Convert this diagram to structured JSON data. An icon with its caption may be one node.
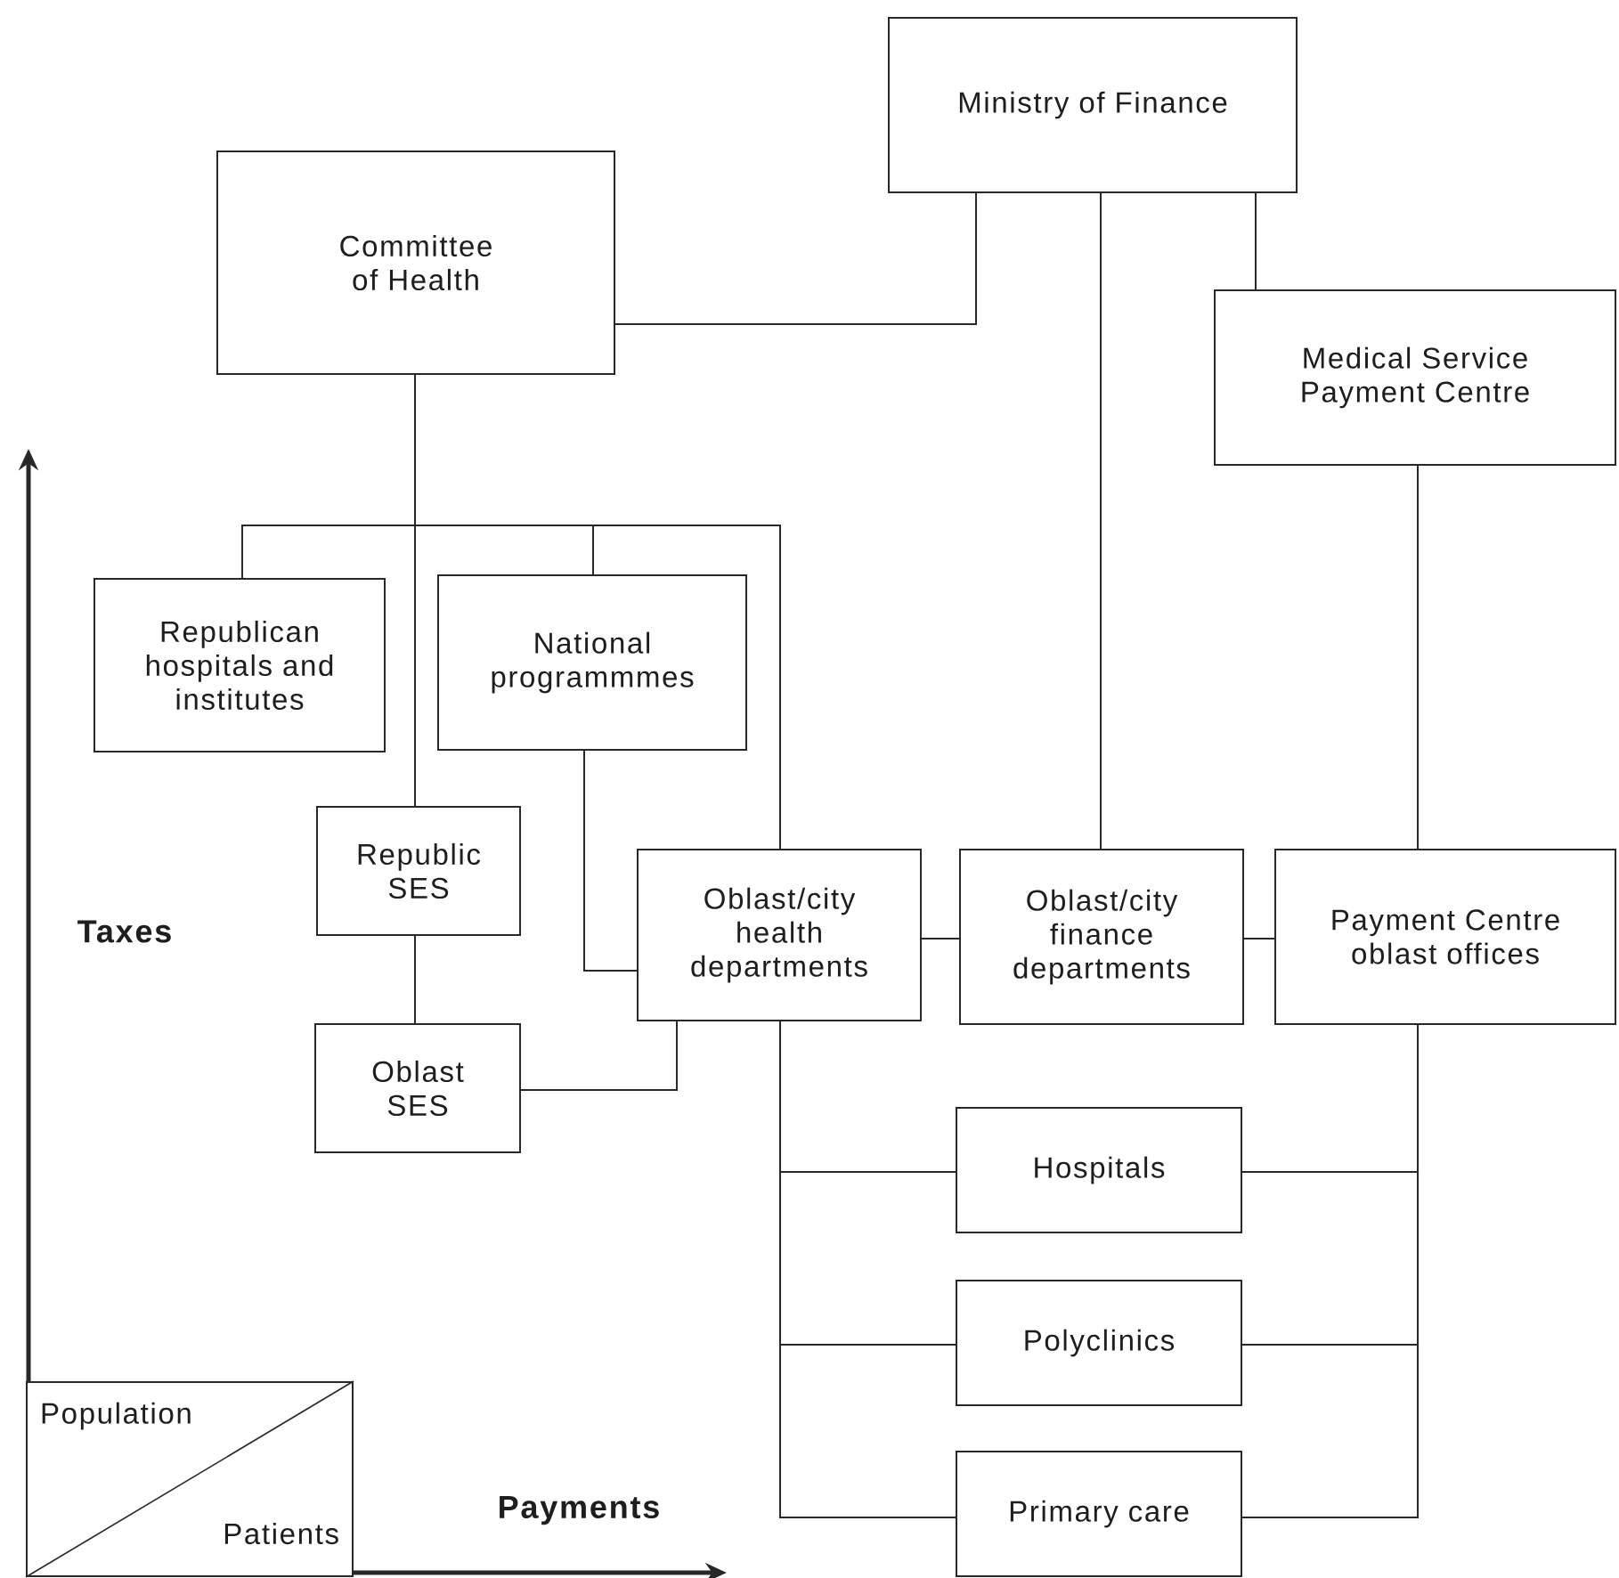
{
  "diagram": {
    "nodes": [
      {
        "text": [
          "Ministry of Finance"
        ]
      },
      {
        "text": [
          "Committee of Health"
        ]
      },
      {
        "text": [
          "Medical Service Payment Centre"
        ]
      },
      {
        "text": [
          "Republican hospitals and institutes"
        ]
      },
      {
        "text": [
          "National programmmes"
        ]
      },
      {
        "text": [
          "Republic SES"
        ]
      },
      {
        "text": [
          "Oblast/city health departments"
        ]
      },
      {
        "text": [
          "Oblast/city finance departments"
        ]
      },
      {
        "text": [
          "Payment Centre oblast offices"
        ]
      },
      {
        "text": [
          "Oblast SES"
        ]
      },
      {
        "text": [
          "Hospitals"
        ]
      },
      {
        "text": [
          "Polyclinics"
        ]
      },
      {
        "text": [
          "Primary care"
        ]
      },
      {
        "text": [
          "Population",
          "Patients"
        ]
      }
    ],
    "edges": [
      {
        "from": 0,
        "to": 1,
        "arrow": "none"
      },
      {
        "from": 0,
        "to": 7,
        "arrow": "none"
      },
      {
        "from": 0,
        "to": 2,
        "arrow": "none"
      },
      {
        "from": 1,
        "to": 3,
        "arrow": "none"
      },
      {
        "from": 1,
        "to": 5,
        "arrow": "none"
      },
      {
        "from": 1,
        "to": 4,
        "arrow": "none"
      },
      {
        "from": 1,
        "to": 6,
        "arrow": "none"
      },
      {
        "from": 4,
        "to": 6,
        "arrow": "none"
      },
      {
        "from": 5,
        "to": 9,
        "arrow": "none"
      },
      {
        "from": 9,
        "to": 6,
        "arrow": "none"
      },
      {
        "from": 6,
        "to": 7,
        "arrow": "none"
      },
      {
        "from": 7,
        "to": 8,
        "arrow": "none"
      },
      {
        "from": 2,
        "to": 8,
        "arrow": "none"
      },
      {
        "from": 6,
        "to": 10,
        "arrow": "none"
      },
      {
        "from": 6,
        "to": 11,
        "arrow": "none"
      },
      {
        "from": 6,
        "to": 12,
        "arrow": "none"
      },
      {
        "from": 8,
        "to": 10,
        "arrow": "none"
      },
      {
        "from": 8,
        "to": 11,
        "arrow": "none"
      },
      {
        "from": 8,
        "to": 12,
        "arrow": "none"
      }
    ],
    "labels": [
      "Taxes",
      "Payments"
    ]
  }
}
